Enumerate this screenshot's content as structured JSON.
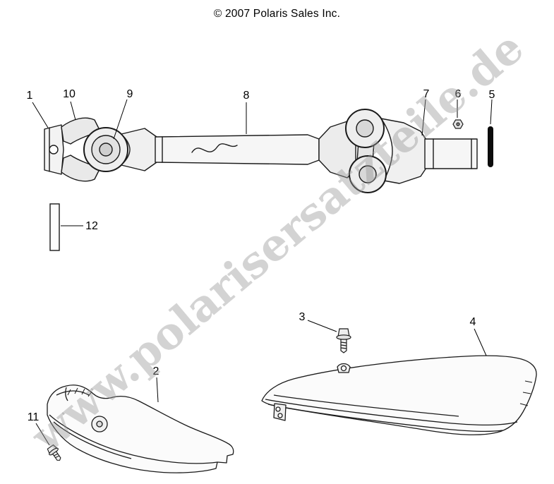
{
  "page": {
    "copyright": "© 2007 Polaris Sales Inc.",
    "watermark": "www.polarisersatzteile.de"
  },
  "diagram": {
    "callouts": [
      {
        "label": "1"
      },
      {
        "label": "2"
      },
      {
        "label": "3"
      },
      {
        "label": "4"
      },
      {
        "label": "5"
      },
      {
        "label": "6"
      },
      {
        "label": "7"
      },
      {
        "label": "8"
      },
      {
        "label": "9"
      },
      {
        "label": "10"
      },
      {
        "label": "11"
      },
      {
        "label": "12"
      }
    ]
  }
}
